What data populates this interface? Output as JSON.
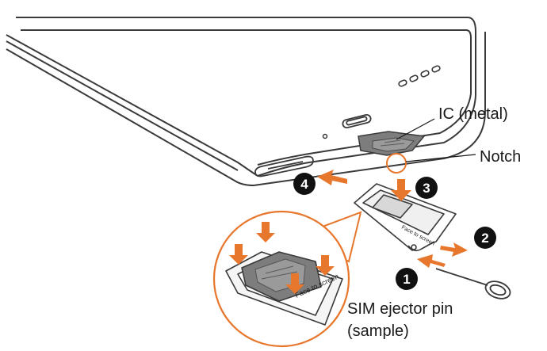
{
  "labels": {
    "ic": "IC (metal)",
    "notch": "Notch",
    "pin_line1": "SIM ejector pin",
    "pin_line2": "(sample)",
    "tray_text": "Face to screen",
    "zoom_text": "Face to screen"
  },
  "steps": [
    "1",
    "2",
    "3",
    "4"
  ],
  "colors": {
    "accent": "#e8772e",
    "outline": "#3a3a3a",
    "chip": "#7d7d7d",
    "step_fill": "#111111"
  }
}
